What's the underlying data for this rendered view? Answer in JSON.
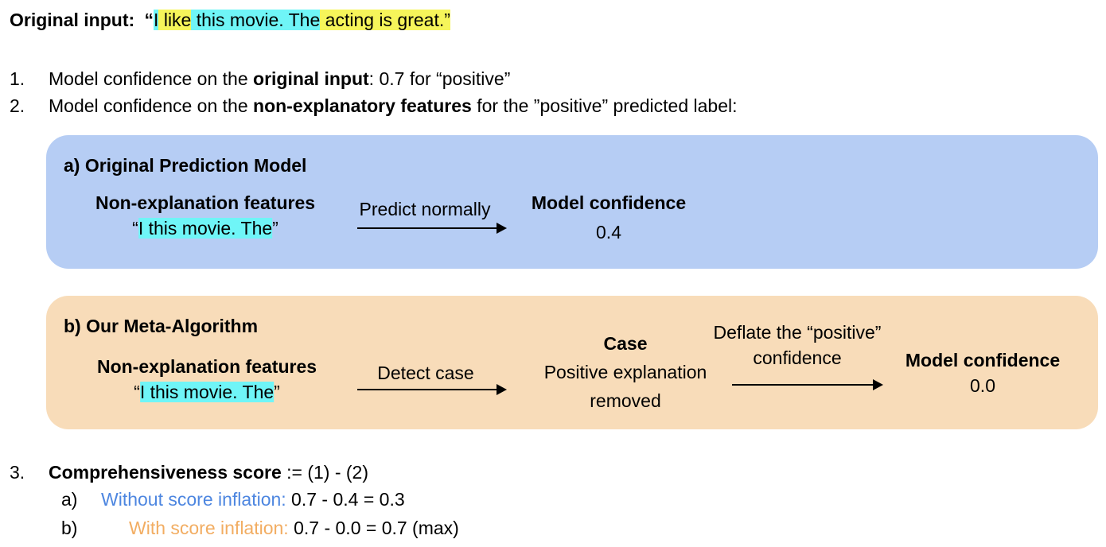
{
  "header": {
    "label": "Original input:",
    "open_quote": "“",
    "seg1": "I",
    "seg2": " like",
    "seg3": " this movie. The",
    "seg4": " acting is great.”"
  },
  "steps": {
    "s1_num": "1.",
    "s1_pre": "Model confidence on the ",
    "s1_bold": "original input",
    "s1_post": ": 0.7 for “positive”",
    "s2_num": "2.",
    "s2_pre": "Model confidence on the ",
    "s2_bold": "non-explanatory features",
    "s2_post": " for the ”positive” predicted label:",
    "s3_num": "3.",
    "s3_bold": "Comprehensiveness score",
    "s3_post": " := (1) - (2)",
    "a_label": "a)",
    "a_colored": "Without score inflation:",
    "a_rest": " 0.7 - 0.4 = 0.3",
    "b_label": "b)",
    "b_colored": "With score inflation:",
    "b_rest": " 0.7 - 0.0 = 0.7 (max)"
  },
  "panel_a": {
    "title": "a) Original Prediction Model",
    "features_title": "Non-explanation features",
    "features_open": "“",
    "features_text": "I this movie. The",
    "features_close": "”",
    "arrow_label": "Predict normally",
    "conf_title": "Model confidence",
    "conf_value": "0.4"
  },
  "panel_b": {
    "title": "b) Our Meta-Algorithm",
    "features_title": "Non-explanation features",
    "features_open": "“",
    "features_text": "I this movie. The",
    "features_close": "”",
    "arrow1_label": "Detect case",
    "case_title": "Case",
    "case_line1": "Positive explanation",
    "case_line2": "removed",
    "arrow2_line1": "Deflate the “positive”",
    "arrow2_line2": "confidence",
    "conf_title": "Model confidence",
    "conf_value": "0.0"
  },
  "colors": {
    "panel_a_bg": "#b6cdf4",
    "panel_b_bg": "#f8dcb9",
    "highlight_cyan": "#6ff5f7",
    "highlight_yellow": "#f6f55a",
    "without_inflation": "#4d86e0",
    "with_inflation": "#f2ad62"
  }
}
